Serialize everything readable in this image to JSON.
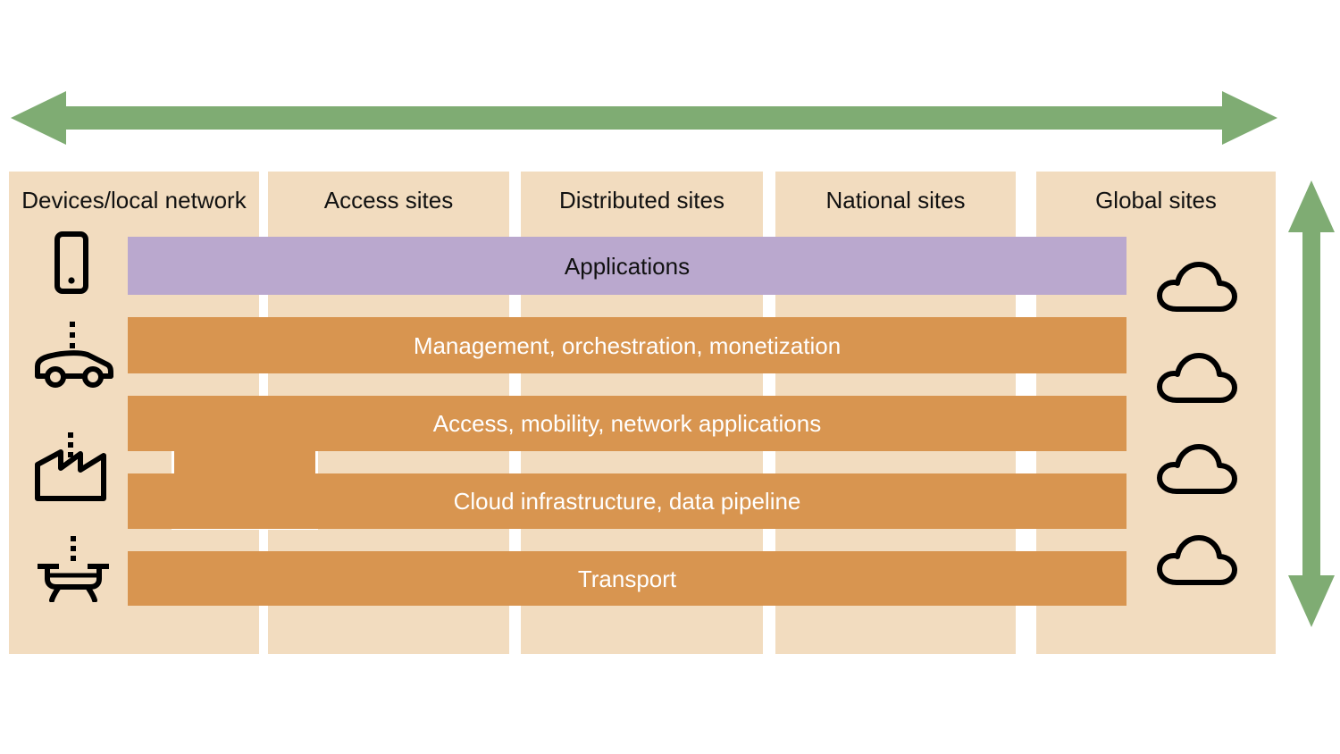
{
  "diagram": {
    "title_hidden": "",
    "colors": {
      "panel_bg": "#F2DCBF",
      "bar_orange": "#D89550",
      "bar_purple": "#BAA8CE",
      "arrow_green": "#7FAC73",
      "text_dark": "#111111",
      "text_light": "#FFFFFF",
      "page_bg": "#FFFFFF"
    },
    "columns": [
      {
        "label": "Devices/local network",
        "name": "devices-local-network"
      },
      {
        "label": "Access sites",
        "name": "access-sites"
      },
      {
        "label": "Distributed sites",
        "name": "distributed-sites"
      },
      {
        "label": "National sites",
        "name": "national-sites"
      },
      {
        "label": "Global sites",
        "name": "global-sites"
      }
    ],
    "layers": [
      {
        "label": "Applications",
        "style": "purple"
      },
      {
        "label": "Management, orchestration, monetization",
        "style": "orange"
      },
      {
        "label": "Access, mobility, network applications",
        "style": "orange"
      },
      {
        "label": "Cloud infrastructure, data pipeline",
        "style": "orange"
      },
      {
        "label": "Transport",
        "style": "orange"
      }
    ],
    "device_icons": [
      {
        "name": "mobile-phone-icon",
        "label": "mobile phone"
      },
      {
        "name": "connected-car-icon",
        "label": "connected car"
      },
      {
        "name": "factory-icon",
        "label": "factory"
      },
      {
        "name": "drone-icon",
        "label": "drone"
      }
    ],
    "cloud_icons": [
      {
        "name": "cloud-icon-1",
        "label": "cloud"
      },
      {
        "name": "cloud-icon-2",
        "label": "cloud"
      },
      {
        "name": "cloud-icon-3",
        "label": "cloud"
      },
      {
        "name": "cloud-icon-4",
        "label": "cloud"
      }
    ],
    "arrows": [
      {
        "name": "horizontal-span-arrow",
        "direction": "double-horizontal"
      },
      {
        "name": "vertical-span-arrow",
        "direction": "double-vertical"
      }
    ]
  }
}
